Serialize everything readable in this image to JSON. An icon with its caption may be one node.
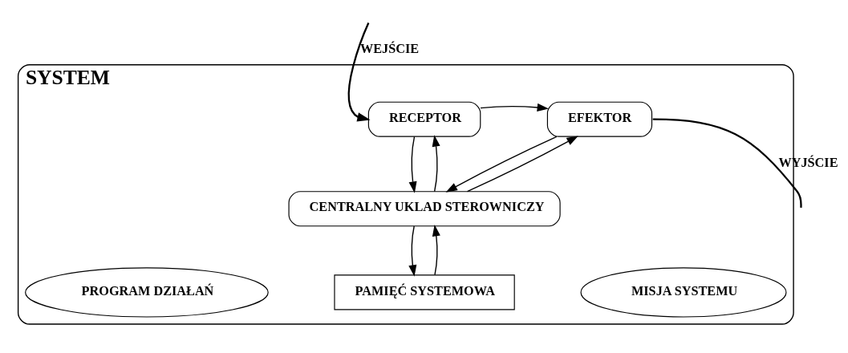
{
  "diagram": {
    "nodes": [
      {
        "text": [
          "SYSTEM"
        ]
      },
      {
        "text": [
          "RECEPTOR"
        ],
        "in": 0
      },
      {
        "text": [
          "EFEKTOR"
        ],
        "in": 0
      },
      {
        "text": [
          "CENTRALNY UKLAD STEROWNICZY"
        ],
        "in": 0
      },
      {
        "text": [
          "PAMIĘĆ SYSTEMOWA"
        ],
        "in": 0
      },
      {
        "text": [
          "PROGRAM DZIAŁAŃ"
        ],
        "in": 0
      },
      {
        "text": [
          "MISJA SYSTEMU"
        ],
        "in": 0
      }
    ],
    "edges": [
      {
        "from": null,
        "to": 1,
        "arrow": "to",
        "label": "WEJŚCIE"
      },
      {
        "from": 1,
        "to": 2,
        "arrow": "to"
      },
      {
        "from": 1,
        "to": 3,
        "arrow": "to"
      },
      {
        "from": 3,
        "to": 1,
        "arrow": "to"
      },
      {
        "from": 3,
        "to": 2,
        "arrow": "to"
      },
      {
        "from": 2,
        "to": 3,
        "arrow": "to"
      },
      {
        "from": 3,
        "to": 4,
        "arrow": "to"
      },
      {
        "from": 4,
        "to": 3,
        "arrow": "to"
      },
      {
        "from": 2,
        "to": null,
        "arrow": "none",
        "label": "WYJŚCIE"
      }
    ]
  }
}
